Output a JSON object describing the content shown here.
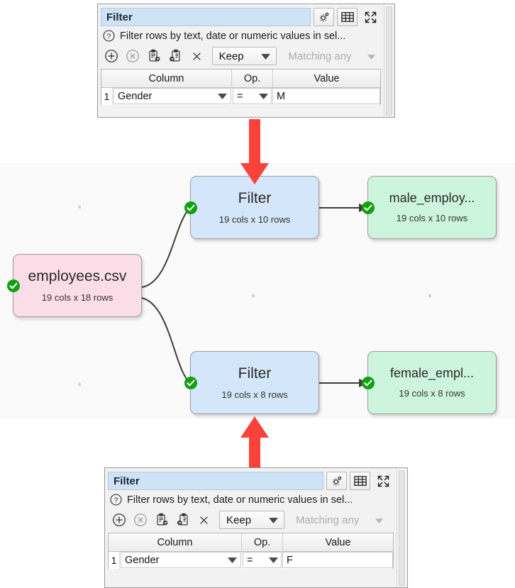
{
  "panels": [
    {
      "id": "top-filter-panel",
      "title": "Filter",
      "description": "Filter rows by text, date or numeric values in sel...",
      "help_icon": "question-circle-icon",
      "header_buttons": [
        {
          "name": "settings-gear-icon",
          "label": "gear"
        },
        {
          "name": "table-grid-icon",
          "label": "table"
        },
        {
          "name": "expand-fullscreen-icon",
          "label": "expand"
        }
      ],
      "toolbar": [
        {
          "name": "add-row-icon",
          "label": "Add"
        },
        {
          "name": "delete-row-icon",
          "label": "Delete"
        },
        {
          "name": "copy-to-clipboard-icon",
          "label": "Copy"
        },
        {
          "name": "paste-from-clipboard-icon",
          "label": "Paste"
        },
        {
          "name": "clear-all-icon",
          "label": "Clear"
        }
      ],
      "keep_mode": "Keep",
      "match_mode": "Matching any",
      "columns": [
        "Column",
        "Op.",
        "Value"
      ],
      "rows": [
        {
          "num": "1",
          "column": "Gender",
          "op": "=",
          "value": "M"
        }
      ]
    },
    {
      "id": "bottom-filter-panel",
      "title": "Filter",
      "description": "Filter rows by text, date or numeric values in sel...",
      "help_icon": "question-circle-icon",
      "header_buttons": [
        {
          "name": "settings-gear-icon",
          "label": "gear"
        },
        {
          "name": "table-grid-icon",
          "label": "table"
        },
        {
          "name": "expand-fullscreen-icon",
          "label": "expand"
        }
      ],
      "toolbar": [
        {
          "name": "add-row-icon",
          "label": "Add"
        },
        {
          "name": "delete-row-icon",
          "label": "Delete"
        },
        {
          "name": "copy-to-clipboard-icon",
          "label": "Copy"
        },
        {
          "name": "paste-from-clipboard-icon",
          "label": "Paste"
        },
        {
          "name": "clear-all-icon",
          "label": "Clear"
        }
      ],
      "keep_mode": "Keep",
      "match_mode": "Matching any",
      "columns": [
        "Column",
        "Op.",
        "Value"
      ],
      "rows": [
        {
          "num": "1",
          "column": "Gender",
          "op": "=",
          "value": "F"
        }
      ]
    }
  ],
  "flow": {
    "nodes": [
      {
        "id": "source-employees-csv",
        "title": "employees.csv",
        "subtitle": "19 cols x 18 rows",
        "color": "pink",
        "status": "ok"
      },
      {
        "id": "filter-male",
        "title": "Filter",
        "subtitle": "19 cols x 10 rows",
        "color": "blue",
        "status": "ok"
      },
      {
        "id": "filter-female",
        "title": "Filter",
        "subtitle": "19 cols x 8 rows",
        "color": "blue",
        "status": "ok"
      },
      {
        "id": "output-male-employees",
        "title": "male_employ...",
        "subtitle": "19 cols x 10 rows",
        "color": "green",
        "status": "ok"
      },
      {
        "id": "output-female-employees",
        "title": "female_empl...",
        "subtitle": "19 cols x 8 rows",
        "color": "green",
        "status": "ok"
      }
    ]
  },
  "colors": {
    "node_blue": "#d4e6f9",
    "node_green": "#cdf5dd",
    "node_pink": "#fbdde7",
    "status_ok": "#12a112",
    "callout_arrow": "#f9423a",
    "title_field": "#cfe3f7",
    "canvas_bg": "#fafafa"
  },
  "annotations": [
    {
      "name": "callout-arrow-down",
      "direction": "down",
      "points_to": "filter-male"
    },
    {
      "name": "callout-arrow-up",
      "direction": "up",
      "points_to": "filter-female"
    }
  ]
}
